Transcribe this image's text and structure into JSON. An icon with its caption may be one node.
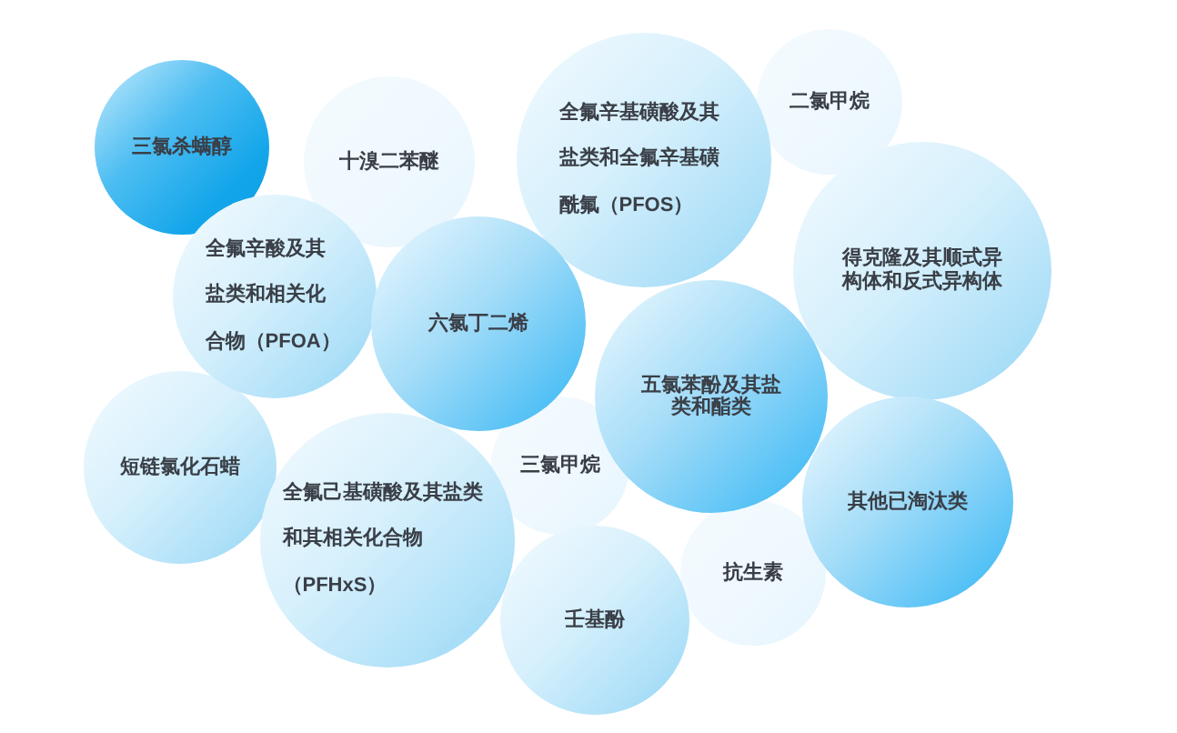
{
  "diagram": {
    "nodes": [
      {
        "text": [
          "三氯杀螨醇"
        ]
      },
      {
        "text": [
          "十溴二苯醚"
        ]
      },
      {
        "text": [
          "全氟辛基磺酸及其盐类和全氟辛基磺酰氟（PFOS）"
        ]
      },
      {
        "text": [
          "二氯甲烷"
        ]
      },
      {
        "text": [
          "全氟辛酸及其盐类和相关化合物（PFOA）"
        ]
      },
      {
        "text": [
          "六氯丁二烯"
        ]
      },
      {
        "text": [
          "五氯苯酚及其盐类和酯类"
        ]
      },
      {
        "text": [
          "得克隆及其顺式异构体和反式异构体"
        ]
      },
      {
        "text": [
          "短链氯化石蜡"
        ]
      },
      {
        "text": [
          "全氟己基磺酸及其盐类和其相关化合物（PFHxS）"
        ]
      },
      {
        "text": [
          "三氯甲烷"
        ]
      },
      {
        "text": [
          "其他已淘汰类"
        ]
      },
      {
        "text": [
          "壬基酚"
        ]
      },
      {
        "text": [
          "抗生素"
        ]
      }
    ]
  }
}
